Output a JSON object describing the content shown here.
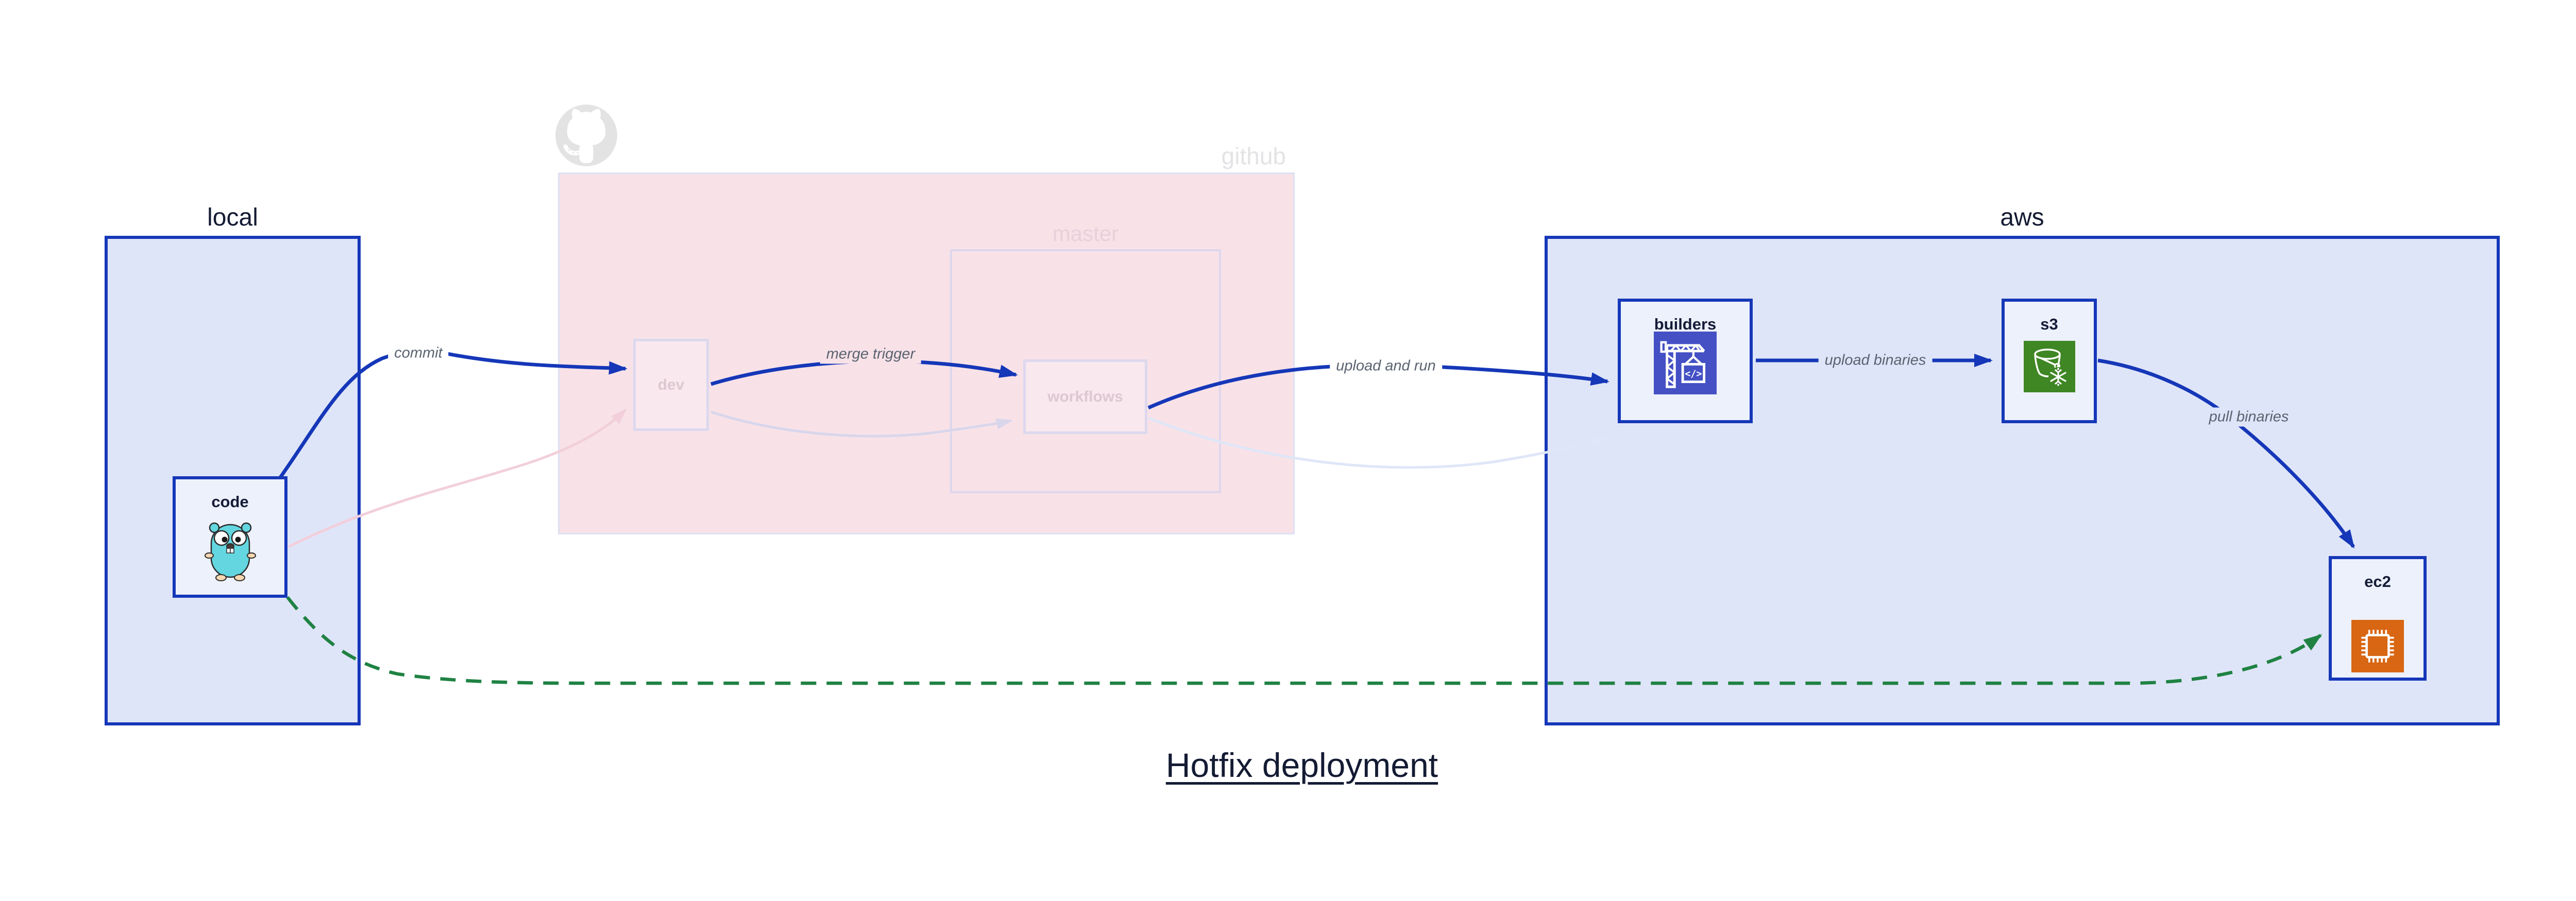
{
  "title": {
    "text": "Hotfix deployment"
  },
  "groups": {
    "local": {
      "label": "local"
    },
    "github": {
      "label": "github"
    },
    "master": {
      "label": "master"
    },
    "aws": {
      "label": "aws"
    }
  },
  "nodes": {
    "code": {
      "label": "code",
      "icon": "go-gopher-icon"
    },
    "dev": {
      "label": "dev"
    },
    "workflows": {
      "label": "workflows"
    },
    "builders": {
      "label": "builders",
      "icon": "aws-codebuild-icon"
    },
    "s3": {
      "label": "s3",
      "icon": "aws-s3-glacier-icon"
    },
    "ec2": {
      "label": "ec2",
      "icon": "aws-ec2-icon"
    }
  },
  "edges": {
    "commit": {
      "label": "commit",
      "from": "code",
      "to": "dev",
      "style": "solid",
      "color": "#1537b8"
    },
    "merge_trigger": {
      "label": "merge trigger",
      "from": "dev",
      "to": "workflows",
      "style": "solid",
      "color": "#1537b8"
    },
    "upload_and_run": {
      "label": "upload and run",
      "from": "workflows",
      "to": "builders",
      "style": "solid",
      "color": "#1537b8"
    },
    "upload_binaries": {
      "label": "upload binaries",
      "from": "builders",
      "to": "s3",
      "style": "solid",
      "color": "#1537b8"
    },
    "pull_binaries": {
      "label": "pull binaries",
      "from": "s3",
      "to": "ec2",
      "style": "solid",
      "color": "#1537b8"
    },
    "hotfix_shortcut": {
      "label": "",
      "from": "code",
      "to": "ec2",
      "style": "dashed",
      "color": "#1f8243"
    },
    "faded_commit": {
      "label": "",
      "from": "code",
      "to": "dev",
      "style": "faded",
      "color": "#f2cfdb"
    },
    "faded_merge": {
      "label": "",
      "from": "dev",
      "to": "workflows",
      "style": "faded",
      "color": "#d9d6ec"
    },
    "faded_upload": {
      "label": "",
      "from": "workflows",
      "to": "builders",
      "style": "faded",
      "color": "#dfe6f7"
    }
  },
  "colors": {
    "accent_blue": "#1537b8",
    "group_fill": "#dfe5f8",
    "node_fill": "#edf1fb",
    "github_fill": "#f8e2e8",
    "faded_border": "#dcd8ee",
    "hotfix_green": "#1f8243",
    "codebuild_indigo": "#4450c4",
    "glacier_green": "#3f8624",
    "ec2_orange": "#d86613",
    "gopher_teal": "#63d6e0",
    "text_dark": "#141b33",
    "edge_label_gray": "#5a6370"
  }
}
